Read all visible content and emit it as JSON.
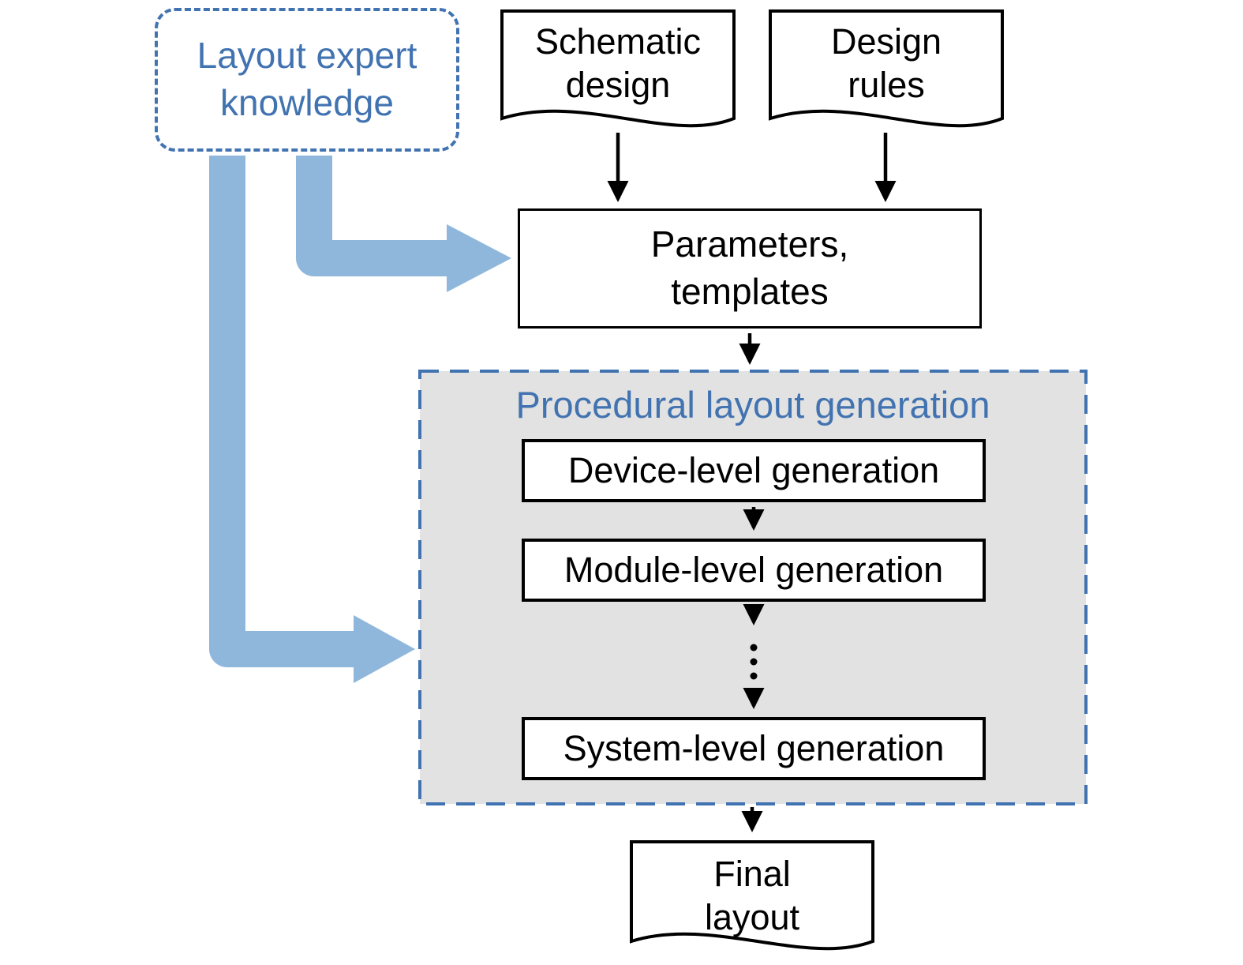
{
  "title": "Procedural layout generation flow diagram",
  "colors": {
    "blue": "#4273b1",
    "light_blue": "#8fb7dc",
    "gray": "#e2e2e2",
    "ink": "#000000"
  },
  "nodes": {
    "expert": {
      "label": "Layout expert\nknowledge",
      "shape": "dashed-rounded-box"
    },
    "schematic": {
      "label": "Schematic\ndesign",
      "shape": "document"
    },
    "rules": {
      "label": "Design\nrules",
      "shape": "document"
    },
    "parameters": {
      "label": "Parameters,\ntemplates",
      "shape": "rectangle"
    },
    "procedural": {
      "title": "Procedural layout generation",
      "shape": "dashed-gray-container"
    },
    "device": {
      "label": "Device-level generation",
      "shape": "rectangle"
    },
    "module": {
      "label": "Module-level generation",
      "shape": "rectangle"
    },
    "system": {
      "label": "System-level generation",
      "shape": "rectangle"
    },
    "final": {
      "label": "Final\nlayout",
      "shape": "document"
    }
  },
  "edges": [
    {
      "from": "schematic",
      "to": "parameters",
      "style": "solid-arrow"
    },
    {
      "from": "rules",
      "to": "parameters",
      "style": "solid-arrow"
    },
    {
      "from": "parameters",
      "to": "procedural",
      "style": "solid-arrow"
    },
    {
      "from": "device",
      "to": "module",
      "style": "solid-arrow"
    },
    {
      "from": "module",
      "to": "system",
      "style": "dotted-ellipsis-arrow"
    },
    {
      "from": "procedural",
      "to": "final",
      "style": "solid-arrow"
    },
    {
      "from": "expert",
      "to": "parameters",
      "style": "thick-blue-arrow"
    },
    {
      "from": "expert",
      "to": "procedural",
      "style": "thick-blue-arrow"
    }
  ]
}
